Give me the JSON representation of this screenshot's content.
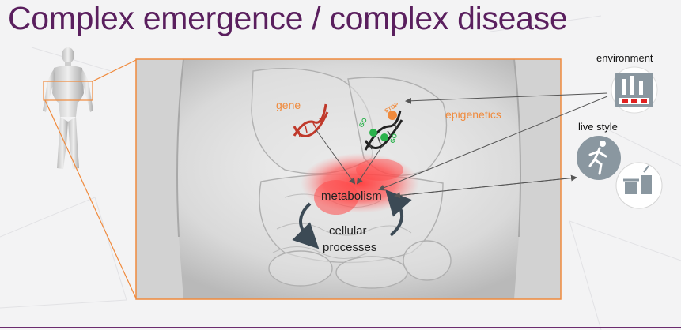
{
  "slide": {
    "title": "Complex emergence / complex disease",
    "accent_color": "#f08a3c",
    "title_color": "#5a1f5e"
  },
  "diagram": {
    "gene_label": "gene",
    "epigenetics_label": "epigenetics",
    "stop_label": "STOP",
    "go_label_1": "GO",
    "go_label_2": "GO",
    "metabolism_label": "metabolism",
    "cellular_label": "cellular",
    "processes_label": "processes",
    "environment_label": "environment",
    "livestyle_label": "live style",
    "icons": [
      "human-figure-icon",
      "dna-icon",
      "factory-icon",
      "runner-icon",
      "food-icon"
    ]
  }
}
